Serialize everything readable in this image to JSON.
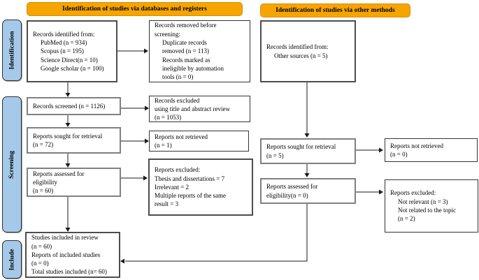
{
  "headers": {
    "databases": "Identification of studies via databases and registers",
    "other": "Identification of studies via other methods"
  },
  "sidebar": {
    "identification": "Identification",
    "screening": "Screening",
    "include": "Include"
  },
  "colors": {
    "header_bg": "#F6A500",
    "sidebar_bg": "#A5C9E9",
    "box_border_gray": "#808080",
    "box_border_dark": "#333333",
    "arrow": "#1a1a1a"
  },
  "boxes": {
    "records_identified_db": {
      "lines": [
        "Records identified from:",
        "PubMed (n = 934)",
        "Scopus (n = 195)",
        "Science Direct(n = 10)",
        "Google scholar (n = 100)"
      ]
    },
    "records_removed": {
      "lines": [
        "Records removed before",
        "screening:",
        "Duplicate records",
        "removed (n = 113)",
        "Records marked as",
        "ineligible by automation",
        "tools (n = 0)"
      ]
    },
    "records_other": {
      "lines": [
        "Records identified from:",
        "Other sources (n = 5)"
      ]
    },
    "records_screened": {
      "lines": [
        "Records screened (n = 1126)"
      ]
    },
    "records_excluded_title": {
      "lines": [
        "Records excluded",
        "using title and abstract review",
        "(n = 1053)"
      ]
    },
    "reports_sought_db": {
      "lines": [
        "Reports sought for retrieval",
        "(n = 72)"
      ]
    },
    "reports_not_retrieved_db": {
      "lines": [
        "Reports not retrieved",
        "(n = 1)"
      ]
    },
    "reports_assessed_db": {
      "lines": [
        "Reports assessed for",
        "eligibility",
        "(n = 60)"
      ]
    },
    "reports_excluded_db": {
      "lines": [
        "Reports excluded:",
        "Thesis and dissertations = 7",
        "Irrelevant = 2",
        "Multiple reports of the same",
        "result = 3"
      ]
    },
    "studies_included": {
      "lines": [
        "Studies included in review",
        "(n = 60)",
        "Reports of included studies",
        "(n = 0)",
        "Total studies included (n= 60)"
      ]
    },
    "reports_sought_other": {
      "lines": [
        "Reports sought for retrieval",
        "(n = 5)"
      ]
    },
    "reports_not_retrieved_other": {
      "lines": [
        "Reports not retrieved",
        "(n = 0)"
      ]
    },
    "reports_assessed_other": {
      "lines": [
        "Reports assessed for",
        "eligibility(n = 0)"
      ]
    },
    "reports_excluded_other": {
      "lines": [
        "Reports excluded:",
        "Not relevant (n = 3)",
        "Not related to the topic",
        "(n = 2)"
      ]
    }
  }
}
